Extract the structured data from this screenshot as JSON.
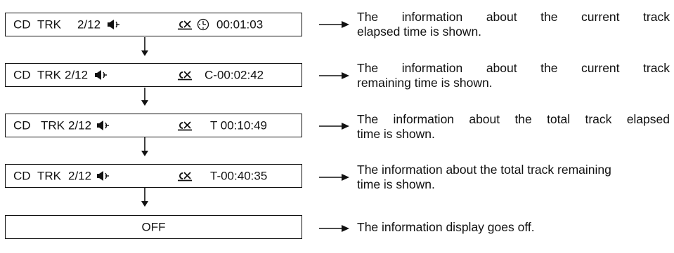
{
  "rows": [
    {
      "src": "CD",
      "trk": "TRK",
      "track": "2/12",
      "time": "00:01:03",
      "description": [
        "The information about the current track",
        "elapsed time is shown."
      ]
    },
    {
      "src": "CD",
      "trk": "TRK",
      "track": "2/12",
      "time": "C-00:02:42",
      "description": [
        "The information about the current track",
        "remaining time is shown."
      ]
    },
    {
      "src": "CD",
      "trk": "TRK",
      "track": "2/12",
      "time": "T 00:10:49",
      "description": [
        "The information about the total track elapsed",
        "time is shown."
      ]
    },
    {
      "src": "CD",
      "trk": "TRK",
      "track": "2/12",
      "time": "T-00:40:35",
      "description": [
        "The information about the total track remaining",
        "time is shown."
      ]
    },
    {
      "display": "OFF",
      "description": [
        "The information display goes off."
      ]
    }
  ],
  "icons": {
    "speaker": "speaker-icon",
    "cd_cancel": "cd-cancel-icon",
    "clock": "clock-icon"
  },
  "colors": {
    "ink": "#111111",
    "background": "#ffffff"
  }
}
